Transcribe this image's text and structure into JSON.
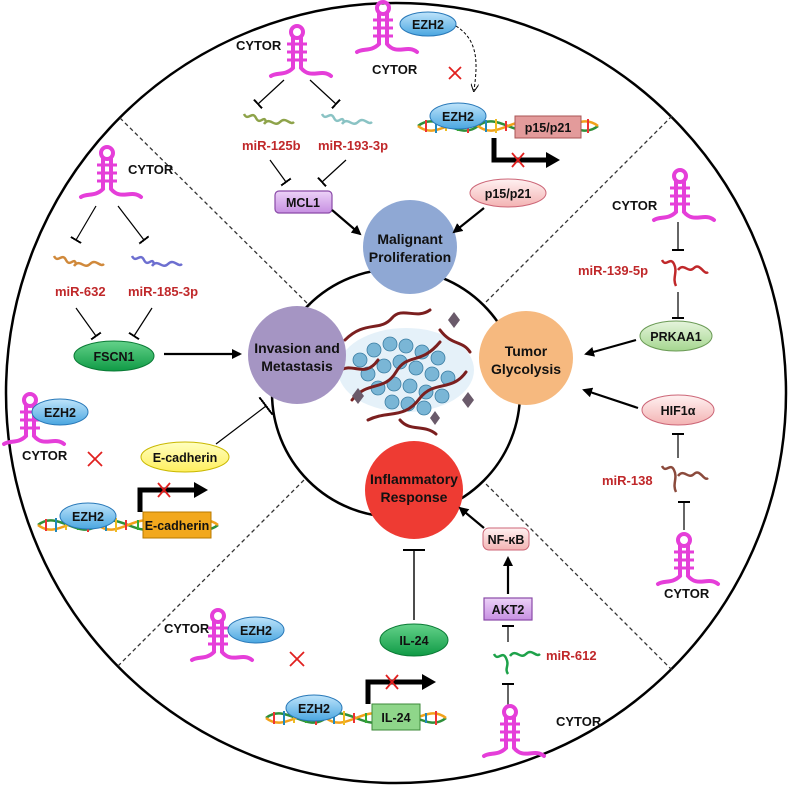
{
  "hubs": {
    "malignant_proliferation": [
      "Malignant",
      "Proliferation"
    ],
    "invasion_metastasis": [
      "Invasion and",
      "Metastasis"
    ],
    "tumor_glycolysis": [
      "Tumor",
      "Glycolysis"
    ],
    "inflammatory_response": [
      "Inflammatory",
      "Response"
    ]
  },
  "top": {
    "cytor_a": "CYTOR",
    "mir_125b": "miR-125b",
    "mir_193": "miR-193-3p",
    "mcl1": "MCL1",
    "cytor_b": "CYTOR",
    "ezh2_a": "EZH2",
    "ezh2_b": "EZH2",
    "p15p21_gene": "p15/p21",
    "p15p21_protein": "p15/p21"
  },
  "left": {
    "cytor": "CYTOR",
    "mir_632": "miR-632",
    "mir_185": "miR-185-3p",
    "fscn1": "FSCN1",
    "ezh2_a": "EZH2",
    "cytor_b": "CYTOR",
    "ecad_protein": "E-cadherin",
    "ezh2_b": "EZH2",
    "ecad_gene": "E-cadherin"
  },
  "right": {
    "cytor_a": "CYTOR",
    "mir_139": "miR-139-5p",
    "prkaa1": "PRKAA1",
    "hif1a": "HIF1α",
    "mir_138": "miR-138",
    "cytor_b": "CYTOR"
  },
  "bottom": {
    "nfkb": "NF-κB",
    "akt2": "AKT2",
    "mir_612": "miR-612",
    "cytor_a": "CYTOR",
    "il24_protein": "IL-24",
    "cytor_b": "CYTOR",
    "ezh2_a": "EZH2",
    "ezh2_b": "EZH2",
    "il24_gene": "IL-24"
  },
  "colors": {
    "proliferation": "#8fa8d4",
    "invasion": "#a595c3",
    "glycolysis": "#f6b97f",
    "inflammatory": "#ee3b33",
    "rna": "#e53ed9",
    "ezh2": "#5fb5e8",
    "mir_text": "#c0282a"
  }
}
